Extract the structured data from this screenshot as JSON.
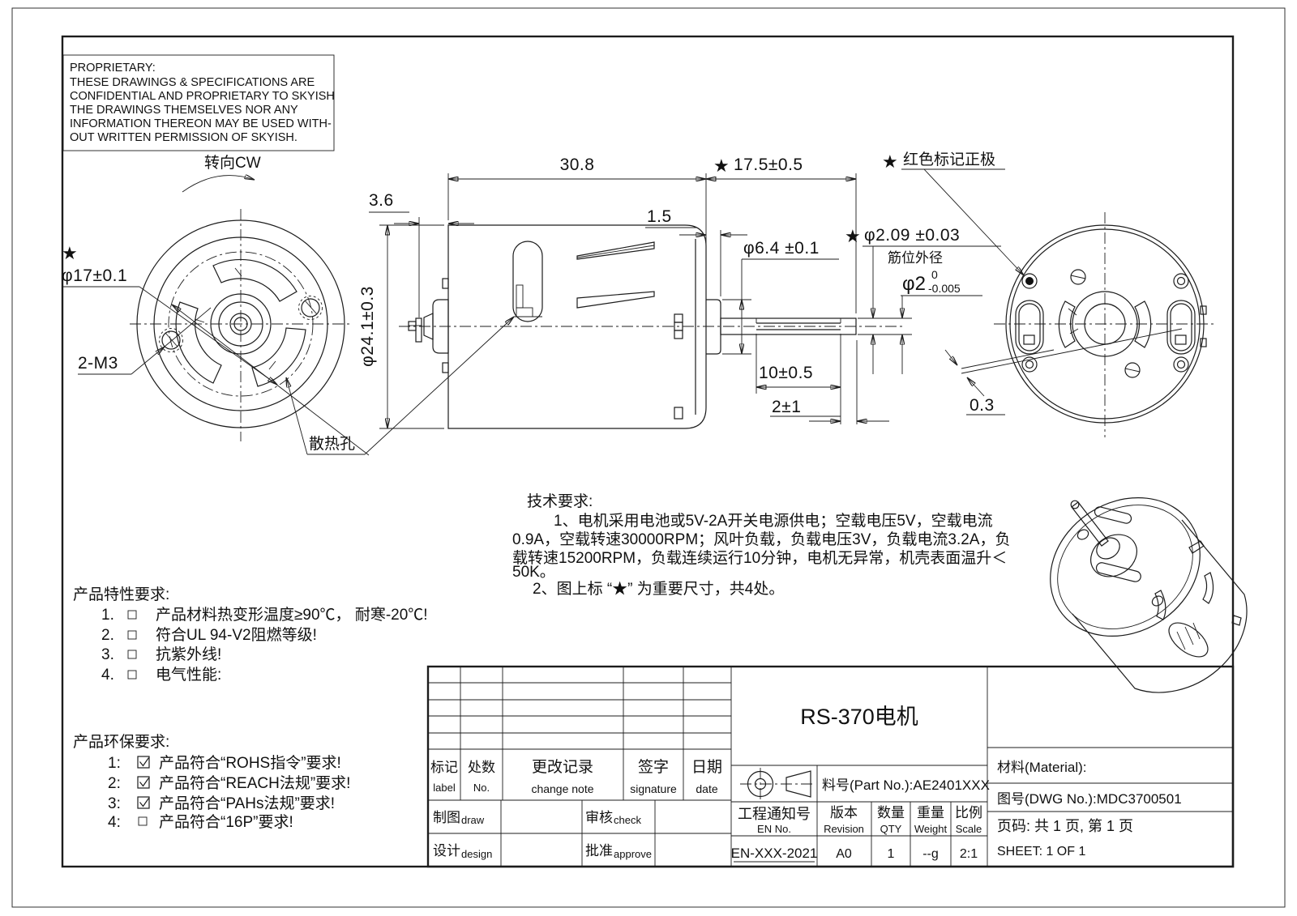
{
  "star": "★",
  "proprietary": {
    "lines": [
      "PROPRIETARY:",
      "THESE DRAWINGS & SPECIFICATIONS ARE",
      "CONFIDENTIAL AND PROPRIETARY TO SKYISH",
      "THE DRAWINGS THEMSELVES NOR ANY",
      "INFORMATION THEREON MAY BE USED WITH-",
      "OUT WRITTEN PERMISSION OF SKYISH."
    ]
  },
  "views": {
    "front": {
      "rotation_label": "转向CW",
      "dim_mount_circle": "φ17±0.1",
      "label_screw": "2-M3"
    },
    "side": {
      "dim_body_len": "30.8",
      "dim_shaft_len": "17.5±0.5",
      "dim_rear_stub": "3.6",
      "dim_boss_lip": "1.5",
      "dim_body_dia": "φ24.1±0.3",
      "dim_hub_dia": "φ6.4 ±0.1",
      "label_vent": "散热孔",
      "dim_flat_len": "10±0.5",
      "dim_flat_end": "2±1"
    },
    "shaft": {
      "dim_rib_dia": "φ2.09 ±0.03",
      "rib_note": "筋位外径",
      "dim_shaft_dia": "φ2",
      "tol_upper": "0",
      "tol_lower": "-0.005"
    },
    "rear": {
      "label_red_mark": "红色标记正极",
      "dim_terminal": "0.3"
    }
  },
  "tech_notes": {
    "title": "技术要求:",
    "line1": "1、电机采用电池或5V-2A开关电源供电；空载电压5V，空载电流",
    "line2": "0.9A，空载转速30000RPM；风叶负载，负载电压3V，负载电流3.2A，负",
    "line3": "载转速15200RPM，负载连续运行10分钟，电机无异常，机壳表面温升＜",
    "line4": "50K。",
    "line5": "2、图上标 “★” 为重要尺寸，共4处。"
  },
  "feature_reqs": {
    "title": "产品特性要求:",
    "items": [
      {
        "no": "1.",
        "checked": false,
        "text": "产品材料热变形温度≥90℃， 耐寒-20℃!"
      },
      {
        "no": "2.",
        "checked": false,
        "text": " 符合UL 94-V2阻燃等级!"
      },
      {
        "no": "3.",
        "checked": false,
        "text": "抗紫外线!"
      },
      {
        "no": "4.",
        "checked": false,
        "text": "电气性能:"
      }
    ]
  },
  "env_reqs": {
    "title": "产品环保要求:",
    "items": [
      {
        "no": "1:",
        "checked": true,
        "text": "产品符合“ROHS指令”要求!"
      },
      {
        "no": "2:",
        "checked": true,
        "text": "产品符合“REACH法规”要求!"
      },
      {
        "no": "3:",
        "checked": true,
        "text": "产品符合“PAHs法规”要求!"
      },
      {
        "no": "4:",
        "checked": false,
        "text": "产品符合“16P”要求!"
      }
    ]
  },
  "title_block": {
    "product_title": "RS-370电机",
    "part_no": "料号(Part No.):AE2401XXX",
    "rev_header": {
      "label_cn": "标记",
      "label_en": "label",
      "no_cn": "处数",
      "no_en": "No.",
      "change_cn": "更改记录",
      "change_en": "change note",
      "sign_cn": "签字",
      "sign_en": "signature",
      "date_cn": "日期",
      "date_en": "date"
    },
    "roles": {
      "draw_cn": "制图",
      "draw_en": "draw",
      "check_cn": "审核",
      "check_en": "check",
      "design_cn": "设计",
      "design_en": "design",
      "approve_cn": "批准",
      "approve_en": "approve"
    },
    "en_no": {
      "cn": "工程通知号",
      "en": "EN No.",
      "value": "EN-XXX-2021"
    },
    "revision": {
      "cn": "版本",
      "en": "Revision",
      "value": "A0"
    },
    "qty": {
      "cn": "数量",
      "en": "QTY",
      "value": "1"
    },
    "weight": {
      "cn": "重量",
      "en": "Weight",
      "value": "--g"
    },
    "scale": {
      "cn": "比例",
      "en": "Scale",
      "value": "2:1"
    },
    "material": "材料(Material):",
    "dwg_no": "图号(DWG No.):MDC3700501",
    "page_cn": "页码: 共 1  页, 第  1 页",
    "sheet_en": "SHEET:   1  OF   1"
  }
}
